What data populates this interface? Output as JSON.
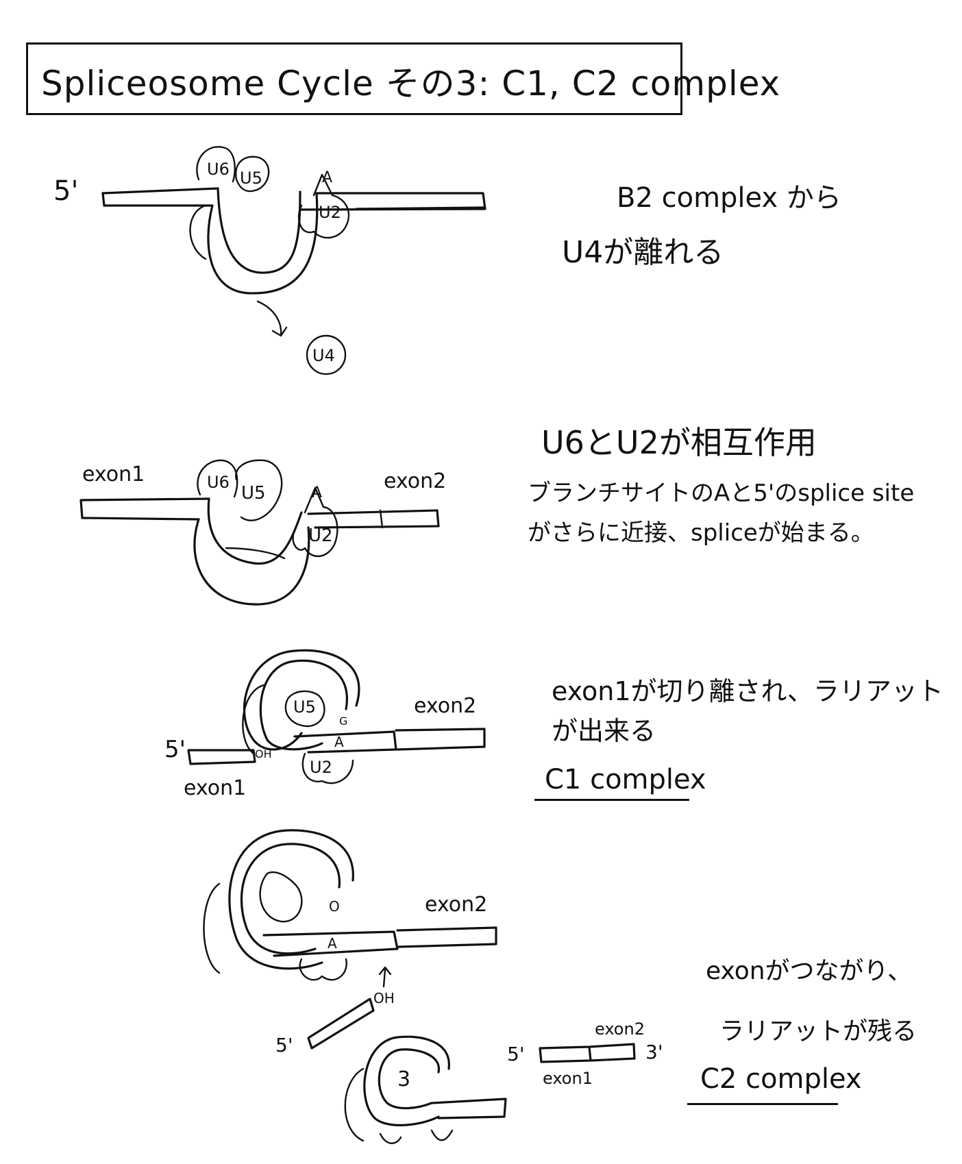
{
  "title": "Spliceosome Cycle その3: C1, C2 complex",
  "panel1": {
    "five_prime": "5'",
    "u6": "U6",
    "u5": "U5",
    "a": "A",
    "u2": "U2",
    "u4": "U4",
    "note_line1": "B2 complex から",
    "note_line2": "U4が離れる"
  },
  "panel2": {
    "exon1": "exon1",
    "exon2": "exon2",
    "u6": "U6",
    "u5": "U5",
    "a": "A",
    "u2": "U2",
    "note_line1": "U6とU2が相互作用",
    "note_line2": "ブランチサイトのAと5'のsplice site",
    "note_line3": "がさらに近接、spliceが始まる。"
  },
  "panel3": {
    "five_prime": "5'",
    "exon1": "exon1",
    "exon2": "exon2",
    "u5": "U5",
    "g": "G",
    "a": "A",
    "oh": "OH",
    "u2": "U2",
    "note_line1": "exon1が切り離され、ラリアット",
    "note_line2": "が出来る",
    "complex_label": "C1 complex"
  },
  "panel4": {
    "exon2": "exon2",
    "o": "O",
    "a": "A",
    "oh": "OH",
    "five_prime": "5'",
    "three_prime": "3'",
    "exon1": "exon1",
    "exon2_small": "exon2",
    "lariat_mark": "3",
    "note_line1": "exonがつながり、",
    "note_line2": "ラリアットが残る",
    "complex_label": "C2 complex"
  }
}
